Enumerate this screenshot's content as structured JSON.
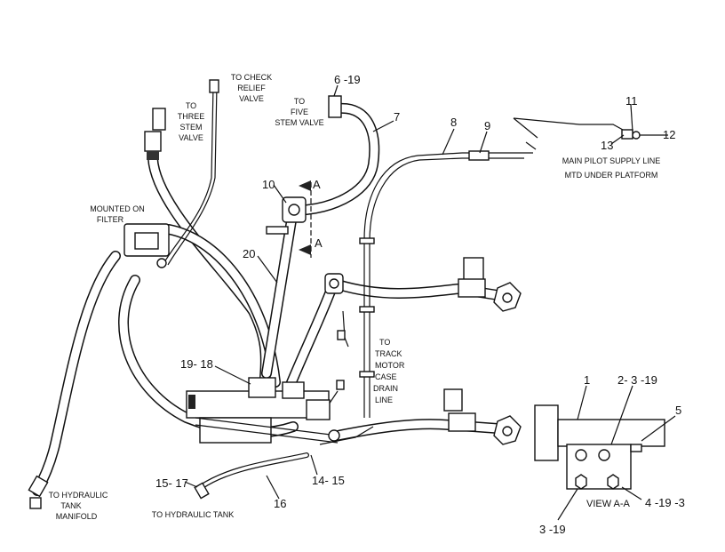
{
  "labels": {
    "to_check_relief_valve": [
      "TO CHECK",
      "RELIEF",
      "VALVE"
    ],
    "to_three_stem_valve": [
      "TO",
      "THREE",
      "STEM",
      "VALVE"
    ],
    "to_five_stem_valve": [
      "TO",
      "FIVE",
      "STEM VALVE"
    ],
    "mounted_on_filter": [
      "MOUNTED ON",
      "FILTER"
    ],
    "main_pilot_supply": [
      "MAIN PILOT SUPPLY LINE",
      "MTD UNDER PLATFORM"
    ],
    "to_track_motor": [
      "TO",
      "TRACK",
      "MOTOR",
      "CASE",
      "DRAIN",
      "LINE"
    ],
    "to_hydraulic_tank_manifold": [
      "TO HYDRAULIC",
      "TANK",
      "MANIFOLD"
    ],
    "to_hydraulic_tank": "TO HYDRAULIC TANK",
    "view_aa": "VIEW A-A",
    "section_a_top": "A",
    "section_a_bottom": "A"
  },
  "callouts": {
    "c6_19": "6 -19",
    "c7": "7",
    "c8": "8",
    "c9": "9",
    "c10": "10",
    "c11": "11",
    "c12": "12",
    "c13": "13",
    "c20": "20",
    "c19_18": "19- 18",
    "c15_17": "15- 17",
    "c16": "16",
    "c14_15": "14- 15",
    "c1": "1",
    "c2_3_19": "2- 3 -19",
    "c5": "5",
    "c4_19_3": "4 -19 -3",
    "c3_19": "3 -19"
  }
}
